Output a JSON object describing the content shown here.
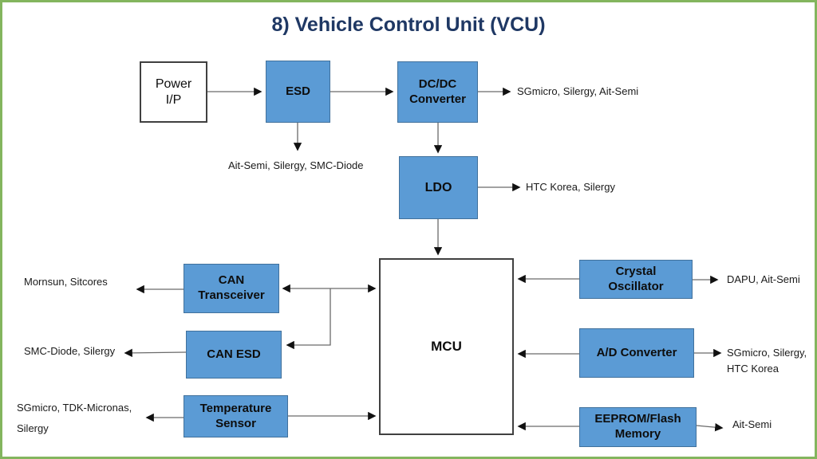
{
  "title": "8) Vehicle Control Unit (VCU)",
  "blocks": {
    "power_ip": "Power\nI/P",
    "esd": "ESD",
    "dcdc_converter": "DC/DC\nConverter",
    "ldo": "LDO",
    "mcu": "MCU",
    "can_transceiver": "CAN\nTransceiver",
    "can_esd": "CAN ESD",
    "temperature_sensor": "Temperature\nSensor",
    "crystal_oscillator": "Crystal\nOscillator",
    "ad_converter": "A/D Converter",
    "eeprom_flash": "EEPROM/Flash\nMemory"
  },
  "vendor_labels": {
    "dcdc_out": "SGmicro, Silergy, Ait-Semi",
    "esd_out": "Ait-Semi, Silergy, SMC-Diode",
    "ldo_out": "HTC Korea, Silergy",
    "can_transceiver_out": "Mornsun, Sitcores",
    "can_esd_out": "SMC-Diode, Silergy",
    "temperature_sensor_out": "SGmicro, TDK-Micronas,\nSilergy",
    "crystal_out": "DAPU, Ait-Semi",
    "ad_converter_out": "SGmicro, Silergy,\nHTC Korea",
    "eeprom_out": "Ait-Semi"
  },
  "colors": {
    "block_fill": "#5B9BD5",
    "block_border": "#41719C",
    "page_border": "#83B55E",
    "title_color": "#1F3864",
    "wire_color": "#6A6A6A",
    "arrowhead_color": "#111111"
  }
}
